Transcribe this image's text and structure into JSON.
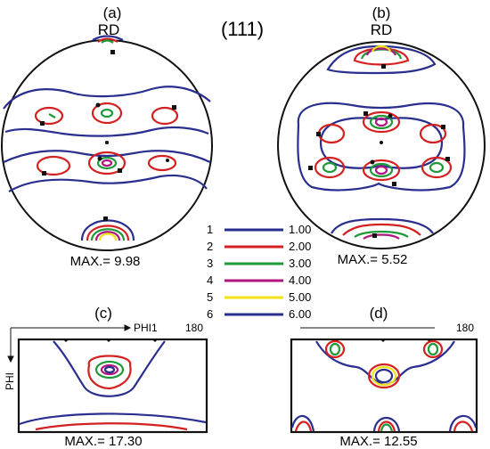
{
  "figure": {
    "main_title": "(111)",
    "panels": [
      {
        "id": "a",
        "label": "(a)",
        "type": "pole-figure",
        "direction": "RD",
        "max_label": "MAX.= 9.98"
      },
      {
        "id": "b",
        "label": "(b)",
        "type": "pole-figure",
        "direction": "RD",
        "max_label": "MAX.= 5.52"
      },
      {
        "id": "c",
        "label": "(c)",
        "type": "odf-section",
        "x_axis": "PHI1",
        "y_axis": "PHI",
        "x_max": "180",
        "max_label": "MAX.= 17.30"
      },
      {
        "id": "d",
        "label": "(d)",
        "type": "odf-section",
        "x_max": "180",
        "max_label": "MAX.= 12.55"
      }
    ],
    "legend": [
      {
        "level": "1",
        "value": "1.00",
        "color": "#2a2f8f"
      },
      {
        "level": "2",
        "value": "2.00",
        "color": "#d42020"
      },
      {
        "level": "3",
        "value": "3.00",
        "color": "#1e9a3a"
      },
      {
        "level": "4",
        "value": "4.00",
        "color": "#b0177e"
      },
      {
        "level": "5",
        "value": "5.00",
        "color": "#f2e21a"
      },
      {
        "level": "6",
        "value": "6.00",
        "color": "#2a2f8f"
      }
    ]
  }
}
